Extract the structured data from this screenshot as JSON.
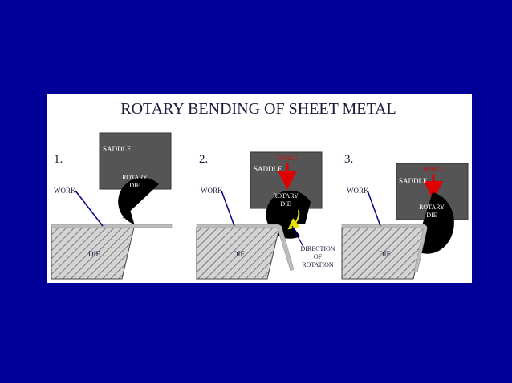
{
  "title": "ROTARY BENDING OF SHEET METAL",
  "colors": {
    "background": "#000099",
    "panel": "#ffffff",
    "saddle": "#555555",
    "rotary_die": "#000000",
    "die_hatch": "#8c8c8c",
    "force_arrow": "#e00000",
    "rotation_arrow": "#e8e000",
    "leader_line": "#000080"
  },
  "panels": [
    {
      "number": "1.",
      "saddle_label": "SADDLE",
      "rotary_die_label": [
        "ROTARY",
        "DIE"
      ],
      "work_label": "WORK",
      "die_label": "DIE"
    },
    {
      "number": "2.",
      "force_label": "FORCE",
      "saddle_label": "SADDLE",
      "rotary_die_label": [
        "ROTARY",
        "DIE"
      ],
      "work_label": "WORK",
      "die_label": "DIE",
      "direction_label": [
        "DIRECTION",
        "OF",
        "ROTATION"
      ]
    },
    {
      "number": "3.",
      "force_label": "FORCE",
      "saddle_label": "SADDLE",
      "rotary_die_label": [
        "ROTARY",
        "DIE"
      ],
      "work_label": "WORK",
      "die_label": "DIE"
    }
  ]
}
